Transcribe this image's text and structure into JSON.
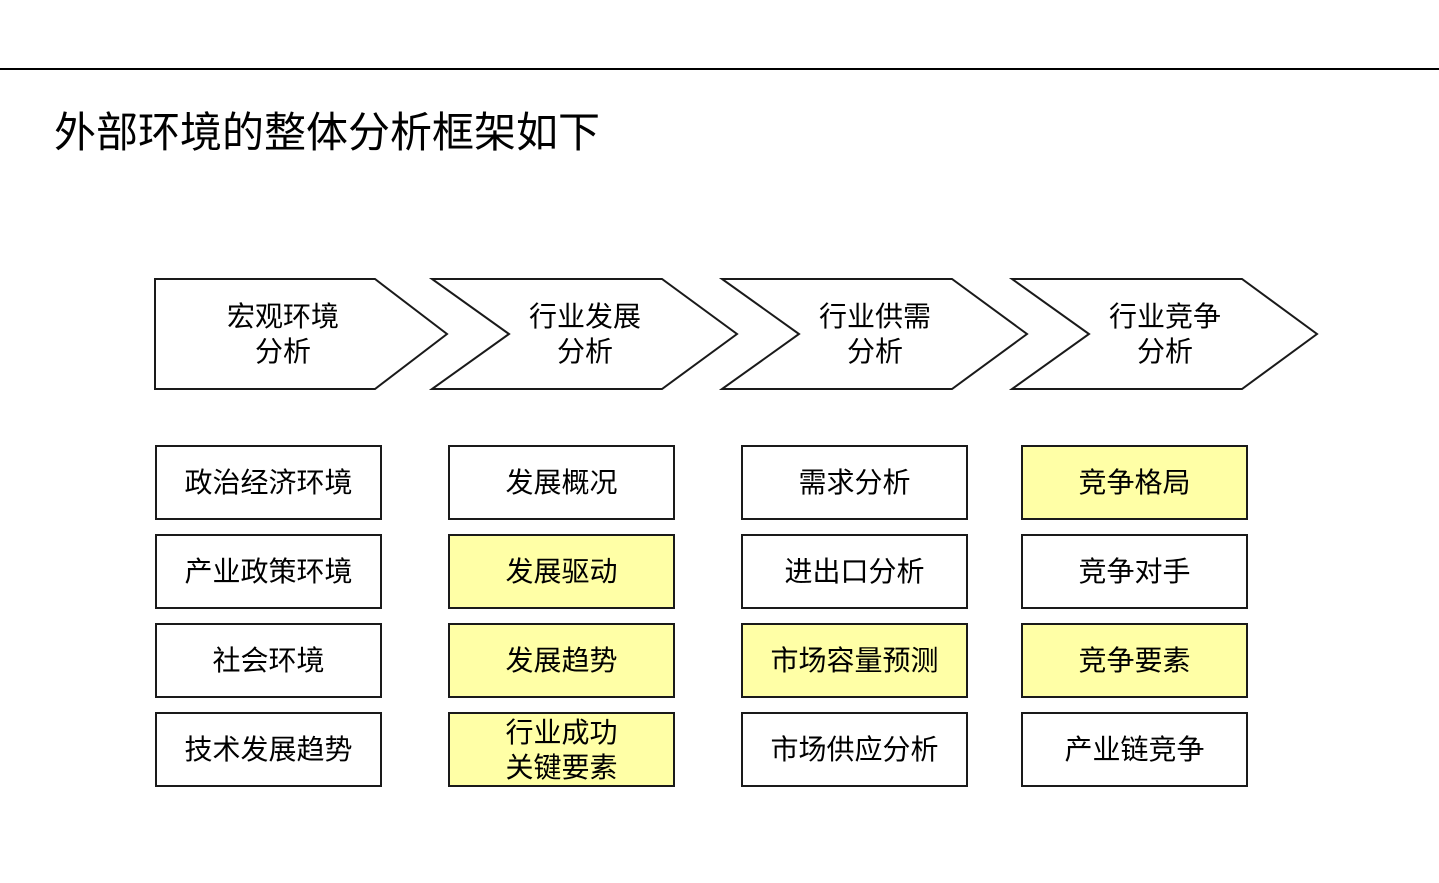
{
  "title": "外部环境的整体分析框架如下",
  "colors": {
    "highlight": "#ffffa6",
    "border": "#1a1a1a",
    "background": "#ffffff"
  },
  "columns": [
    {
      "stage": [
        "宏观环境",
        "分析"
      ],
      "items": [
        {
          "lines": [
            "政治经济环境"
          ],
          "highlighted": false
        },
        {
          "lines": [
            "产业政策环境"
          ],
          "highlighted": false
        },
        {
          "lines": [
            "社会环境"
          ],
          "highlighted": false
        },
        {
          "lines": [
            "技术发展趋势"
          ],
          "highlighted": false
        }
      ]
    },
    {
      "stage": [
        "行业发展",
        "分析"
      ],
      "items": [
        {
          "lines": [
            "发展概况"
          ],
          "highlighted": false
        },
        {
          "lines": [
            "发展驱动"
          ],
          "highlighted": true
        },
        {
          "lines": [
            "发展趋势"
          ],
          "highlighted": true
        },
        {
          "lines": [
            "行业成功",
            "关键要素"
          ],
          "highlighted": true
        }
      ]
    },
    {
      "stage": [
        "行业供需",
        "分析"
      ],
      "items": [
        {
          "lines": [
            "需求分析"
          ],
          "highlighted": false
        },
        {
          "lines": [
            "进出口分析"
          ],
          "highlighted": false
        },
        {
          "lines": [
            "市场容量预测"
          ],
          "highlighted": true
        },
        {
          "lines": [
            "市场供应分析"
          ],
          "highlighted": false
        }
      ]
    },
    {
      "stage": [
        "行业竞争",
        "分析"
      ],
      "items": [
        {
          "lines": [
            "竞争格局"
          ],
          "highlighted": true
        },
        {
          "lines": [
            "竞争对手"
          ],
          "highlighted": false
        },
        {
          "lines": [
            "竞争要素"
          ],
          "highlighted": true
        },
        {
          "lines": [
            "产业链竞争"
          ],
          "highlighted": false
        }
      ]
    }
  ]
}
